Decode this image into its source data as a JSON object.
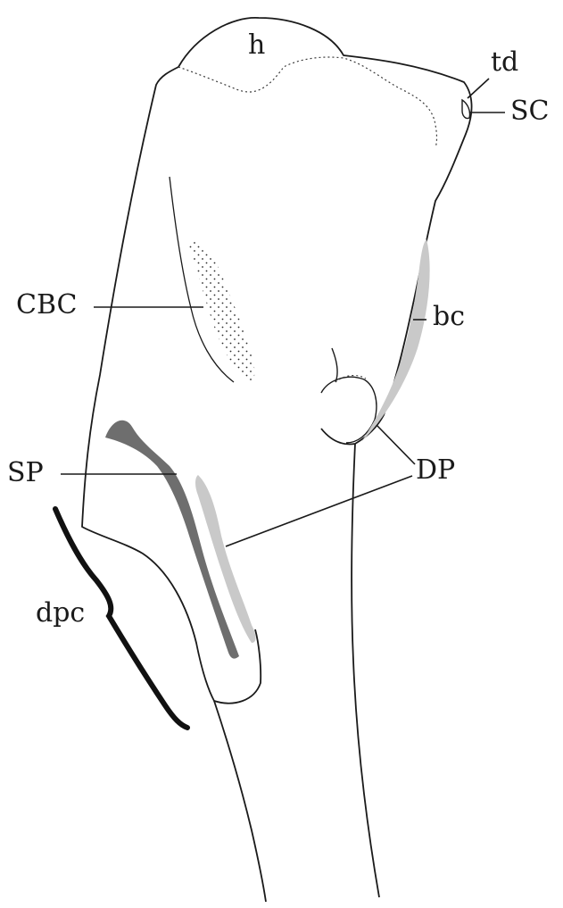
{
  "figure": {
    "labels": {
      "h": "h",
      "td": "td",
      "SC": "SC",
      "CBC": "CBC",
      "bc": "bc",
      "SP": "SP",
      "DP": "DP",
      "dpc": "dpc"
    },
    "colors": {
      "outline": "#1a1a1a",
      "dark_scar": "#6e6e6e",
      "light_scar": "#c9c9c9",
      "background": "#ffffff"
    }
  }
}
